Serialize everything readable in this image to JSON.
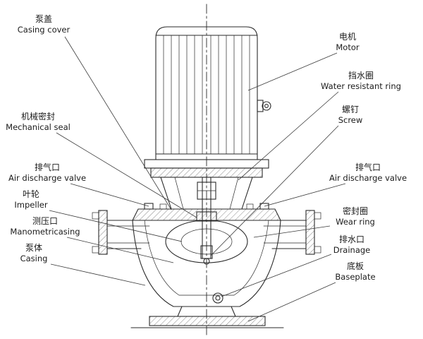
{
  "diagram": {
    "subject": "Vertical inline centrifugal pump sectional drawing",
    "background": "#ffffff",
    "line_color": "#2a2a2a"
  },
  "labels": {
    "casing_cover": {
      "zh": "泵盖",
      "en": "Casing cover"
    },
    "mechanical_seal": {
      "zh": "机械密封",
      "en": "Mechanical seal"
    },
    "air_discharge_left": {
      "zh": "排气口",
      "en": "Air discharge valve"
    },
    "impeller": {
      "zh": "叶轮",
      "en": "Impeller"
    },
    "manometric_port": {
      "zh": "测压口",
      "en": "Manometricasing"
    },
    "casing": {
      "zh": "泵体",
      "en": "Casing"
    },
    "motor": {
      "zh": "电机",
      "en": "Motor"
    },
    "water_resistant_ring": {
      "zh": "挡水圈",
      "en": "Water resistant ring"
    },
    "screw": {
      "zh": "螺钉",
      "en": "Screw"
    },
    "air_discharge_right": {
      "zh": "排气口",
      "en": "Air discharge valve"
    },
    "wear_ring": {
      "zh": "密封圈",
      "en": "Wear ring"
    },
    "drainage": {
      "zh": "排水口",
      "en": "Drainage"
    },
    "baseplate": {
      "zh": "底板",
      "en": "Baseplate"
    }
  }
}
